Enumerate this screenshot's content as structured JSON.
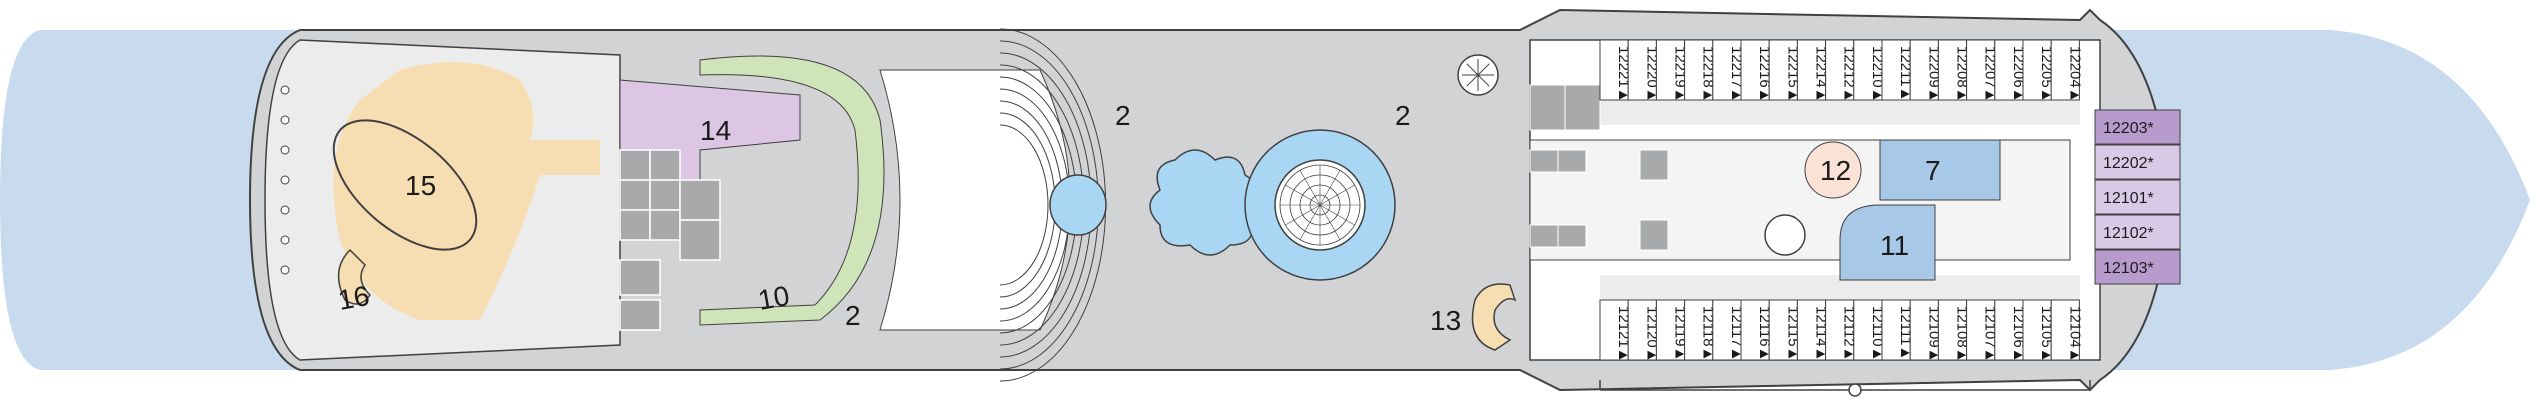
{
  "colors": {
    "water": "#c8dbee",
    "deck": "#d2d3d5",
    "walkway": "#ececec",
    "outline": "#404040",
    "pool": "#a9d6f3",
    "green_zone": "#cfe4b8",
    "orange_zone": "#f6deb2",
    "lilac_zone": "#dcc6e3",
    "suite_purple": "#b79bcc",
    "suite_lilac": "#d9c9e6",
    "stair_blue": "#a7c8e6",
    "pink_circle": "#fbe2d6",
    "elevator_grey": "#a8a9ab"
  },
  "areas": [
    {
      "id": "area-15",
      "label": "15"
    },
    {
      "id": "area-14",
      "label": "14"
    },
    {
      "id": "area-16",
      "label": "16"
    },
    {
      "id": "area-10",
      "label": "10"
    },
    {
      "id": "area-2-top",
      "label": "2"
    },
    {
      "id": "area-2-bottom",
      "label": "2"
    },
    {
      "id": "area-2-right",
      "label": "2"
    },
    {
      "id": "area-13",
      "label": "13"
    },
    {
      "id": "area-12",
      "label": "12"
    },
    {
      "id": "area-7",
      "label": "7"
    },
    {
      "id": "area-11",
      "label": "11"
    }
  ],
  "cabins_top": [
    "12221▲",
    "12220▲",
    "12219▲",
    "12218▲",
    "12217▲",
    "12216▲",
    "12215▲",
    "12214▲",
    "12212▲",
    "12210▲",
    "12211▲",
    "12209▲",
    "12208▲",
    "12207▲",
    "12206▲",
    "12205▲",
    "12204▲"
  ],
  "cabins_bottom": [
    "12121▲",
    "12120▲",
    "12119▲",
    "12118▲",
    "12117▲",
    "12116▲",
    "12115▲",
    "12114▲",
    "12112▲",
    "12110▲",
    "12111▲",
    "12109▲",
    "12108▲",
    "12107▲",
    "12106▲",
    "12105▲",
    "12104▲"
  ],
  "suites": [
    {
      "label": "12203*",
      "tone": "purple"
    },
    {
      "label": "12202*",
      "tone": "lilac"
    },
    {
      "label": "12101*",
      "tone": "lilac"
    },
    {
      "label": "12102*",
      "tone": "lilac"
    },
    {
      "label": "12103*",
      "tone": "purple"
    }
  ],
  "icons": [
    "stairs-icon",
    "elevator-icon",
    "wc-icon",
    "accessible-wc-icon",
    "spiral-stair-icon",
    "compass-rose-icon",
    "scale-bar-icon"
  ]
}
